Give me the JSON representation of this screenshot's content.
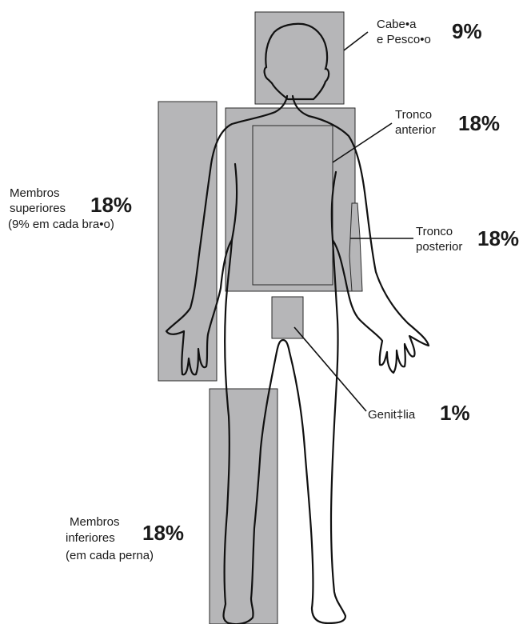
{
  "regions": {
    "head_neck": {
      "label_line1": "Cabe•a",
      "label_line2": "e Pesco•o",
      "percent": "9%"
    },
    "anterior_trunk": {
      "label_line1": "Tronco",
      "label_line2": "anterior",
      "percent": "18%"
    },
    "posterior_trunk": {
      "label_line1": "Tronco",
      "label_line2": "posterior",
      "percent": "18%"
    },
    "upper_limbs": {
      "label_line1": "Membros",
      "label_line2": "superiores",
      "label_line3": "(9% em cada bra•o)",
      "percent": "18%"
    },
    "genitalia": {
      "label_line1": "Genit‡lia",
      "percent": "1%"
    },
    "lower_limbs": {
      "label_line1": "Membros",
      "label_line2": "inferiores",
      "label_line3": "(em cada perna)",
      "percent": "18%"
    }
  },
  "colors": {
    "region_fill": "#b6b6b8",
    "outline": "#111111"
  }
}
